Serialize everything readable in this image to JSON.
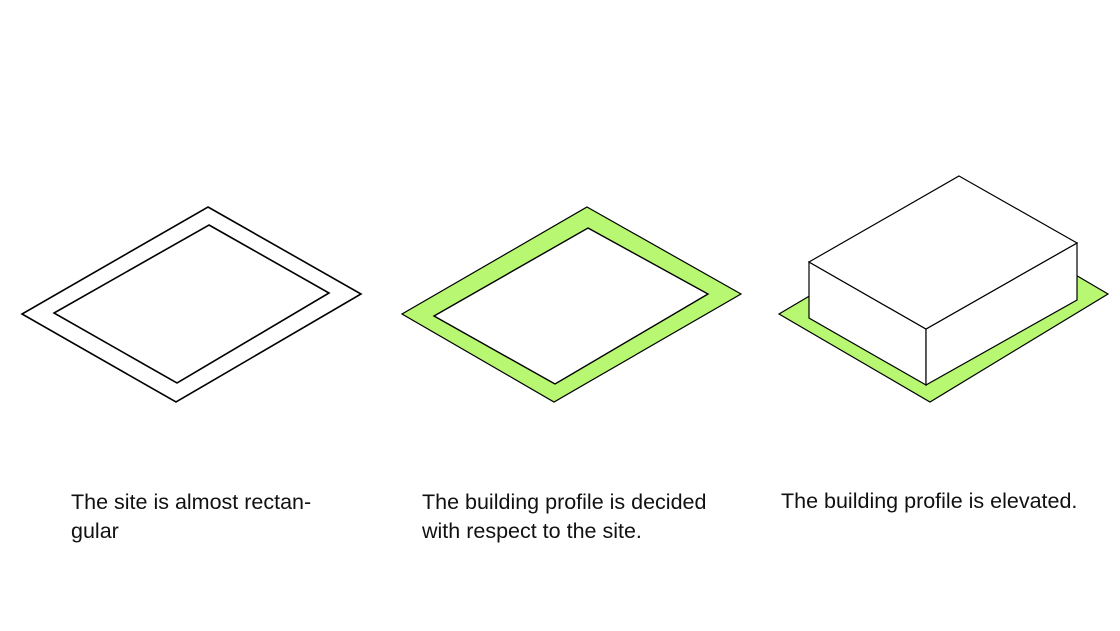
{
  "colors": {
    "background": "#ffffff",
    "stroke": "#000000",
    "site_highlight": "#b7f772",
    "text": "#111111"
  },
  "captions": [
    {
      "lines": [
        "The site is almost rectan-",
        "gular"
      ]
    },
    {
      "lines": [
        "The building profile is decided",
        "with respect to the site."
      ]
    },
    {
      "lines": [
        "The building profile is elevated."
      ]
    }
  ]
}
